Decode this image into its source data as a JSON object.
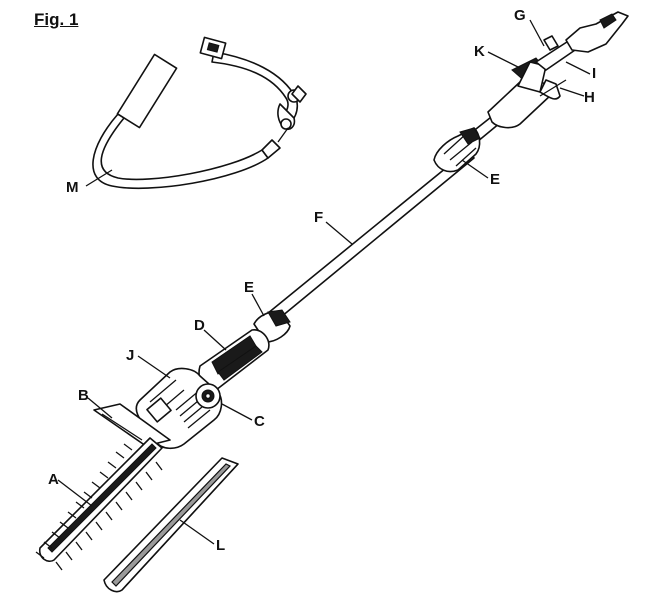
{
  "figure": {
    "title": "Fig. 1"
  },
  "callouts": {
    "A": "A",
    "B": "B",
    "C": "C",
    "D": "D",
    "E_lower": "E",
    "E_upper": "E",
    "F": "F",
    "G": "G",
    "H": "H",
    "I": "I",
    "J": "J",
    "K": "K",
    "L": "L",
    "M": "M"
  }
}
